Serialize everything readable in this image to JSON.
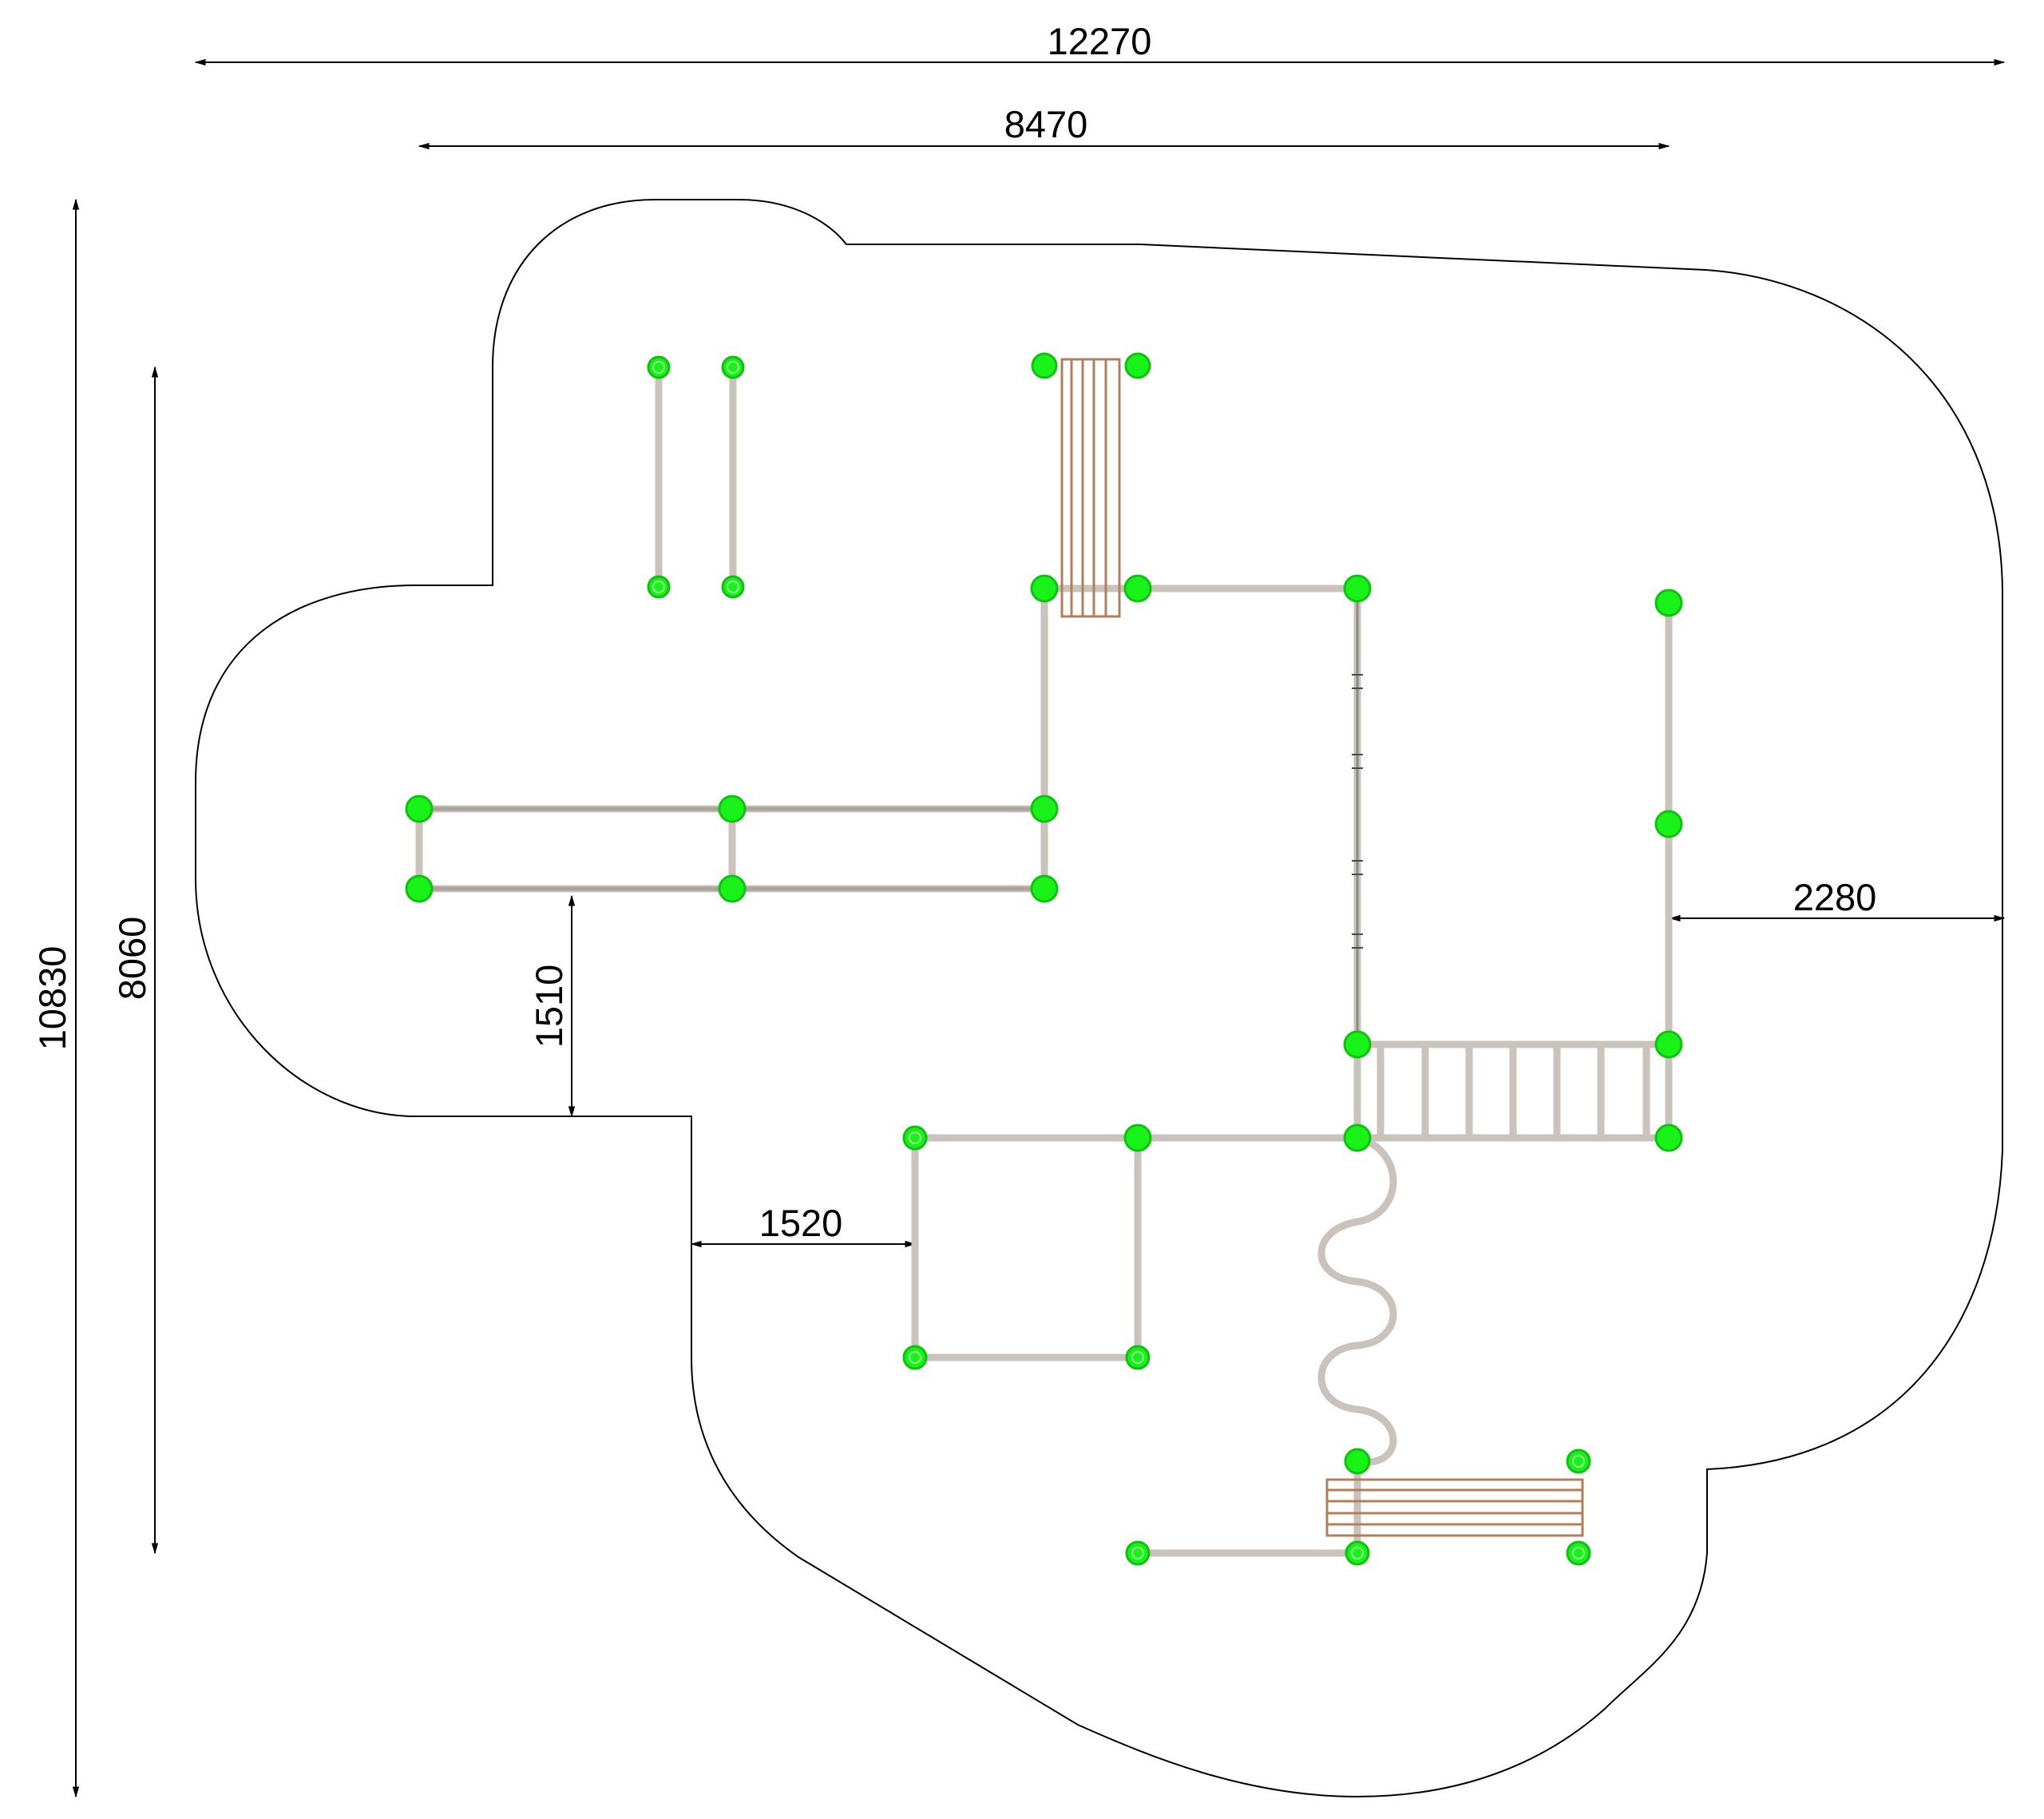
{
  "diagram": {
    "dimensions": {
      "overall_width": "12270",
      "inner_width": "8470",
      "overall_height": "10830",
      "inner_height": "8060",
      "gap_vertical": "1510",
      "gap_left": "1520",
      "gap_right": "2280"
    },
    "colors": {
      "post": "#18f218",
      "bar": "#c9c3bb",
      "wood": "#b07f5e",
      "line": "#000000"
    }
  }
}
